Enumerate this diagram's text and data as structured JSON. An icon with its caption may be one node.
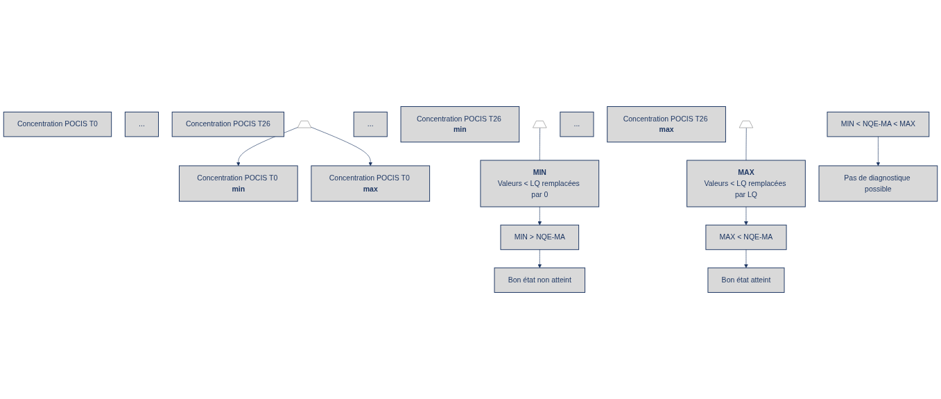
{
  "diagram": {
    "nodes": [
      {
        "text": [
          "Concentration POCIS T0"
        ]
      },
      {
        "text": [
          "..."
        ]
      },
      {
        "text": [
          "Concentration POCIS T26"
        ]
      },
      {
        "text": [],
        "shape": "bracket"
      },
      {
        "text": [
          "Concentration POCIS T0 **min**"
        ]
      },
      {
        "text": [
          "..."
        ]
      },
      {
        "text": [
          "Concentration POCIS T26 **min**"
        ]
      },
      {
        "text": [],
        "shape": "bracket"
      },
      {
        "text": [
          "Concentration POCIS T0 **max**"
        ]
      },
      {
        "text": [
          "..."
        ]
      },
      {
        "text": [
          "Concentration POCIS T26 **max**"
        ]
      },
      {
        "text": [],
        "shape": "bracket"
      },
      {
        "text": [
          "MIN",
          "Valeurs < LQ remplacées par 0"
        ]
      },
      {
        "text": [
          "MAX",
          "Valeurs < LQ remplacées par LQ"
        ]
      },
      {
        "text": [
          "MIN > NQE-MA"
        ]
      },
      {
        "text": [
          "MIN < NQE-MA < MAX"
        ]
      },
      {
        "text": [
          "MAX < NQE-MA"
        ]
      },
      {
        "text": [
          "Bon état non atteint"
        ]
      },
      {
        "text": [
          "Pas de diagnostique possible"
        ]
      },
      {
        "text": [
          "Bon état atteint"
        ]
      }
    ],
    "edges": [
      {
        "from": 3,
        "to": 4,
        "arrow": "to"
      },
      {
        "from": 3,
        "to": 8,
        "arrow": "to"
      },
      {
        "from": 7,
        "to": 12,
        "arrow": "none"
      },
      {
        "from": 11,
        "to": 13,
        "arrow": "none"
      },
      {
        "from": 12,
        "to": 14,
        "arrow": "to"
      },
      {
        "from": 13,
        "to": 16,
        "arrow": "to"
      },
      {
        "from": 14,
        "to": 17,
        "arrow": "to"
      },
      {
        "from": 15,
        "to": 18,
        "arrow": "to"
      },
      {
        "from": 16,
        "to": 19,
        "arrow": "to"
      }
    ]
  }
}
